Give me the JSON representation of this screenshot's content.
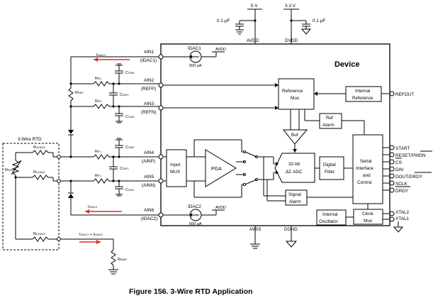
{
  "figure_caption": "Figure 156.  3-Wire RTD Application",
  "device_title": "Device",
  "supplies": {
    "v5": "5 V",
    "v33": "3.3 V",
    "cap_avdd": "0.1 µF",
    "cap_dvdd": "0.1 µF",
    "avdd": "AVDD",
    "dvdd": "DVDD",
    "avss": "AVSS",
    "dgnd": "DGND"
  },
  "pins_left": {
    "ain1": "AIN1",
    "ain1_alt": "(IDAC1)",
    "ain2": "AIN2",
    "ain2_alt": "(REFP)",
    "ain3": "AIN3",
    "ain3_alt": "(REFN)",
    "ain4": "AIN4",
    "ain4_alt": "(AINP)",
    "ain5": "AIN5",
    "ain5_alt": "(AINN)",
    "ain6": "AIN6",
    "ain6_alt": "(IDAC2)"
  },
  "pins_right": {
    "refout": "REFOUT",
    "start": "START",
    "reset": "RESET/PWDN",
    "cs": "CS",
    "din": "DIN",
    "dout": "DOUT/DRDY",
    "sclk": "SCLK",
    "drdy": "DRDY",
    "xtal2": "XTAL2",
    "xtal1": "XTAL1"
  },
  "blocks": {
    "idac1": "IDAC1",
    "idac1_val": "500 µA",
    "idac2": "IDAC2",
    "idac2_val": "500 µA",
    "avdd_small1": "AVDD",
    "avdd_small2": "AVDD",
    "ref_mux_1": "Reference",
    "ref_mux_2": "Mux",
    "int_ref_1": "Internal",
    "int_ref_2": "Reference",
    "ref_alarm_1": "Ref",
    "ref_alarm_2": "Alarm",
    "buf": "Buf",
    "input_mux_1": "Input",
    "input_mux_2": "MUX",
    "pga": "PGA",
    "adc_1": "32-bit",
    "adc_2": "ΔΣ ADC",
    "filter_1": "Digital",
    "filter_2": "Filter",
    "serial_1": "Serial",
    "serial_2": "Interface",
    "serial_3": "and",
    "serial_4": "Control",
    "signal_alarm_1": "Signal",
    "signal_alarm_2": "Alarm",
    "int_osc_1": "Internal",
    "int_osc_2": "Oscillator",
    "clock_mux_1": "Clock",
    "clock_mux_2": "Mux"
  },
  "external": {
    "rtd_title": "3-Wire RTD",
    "rtd": "RTD",
    "rlead1": "LEAD1",
    "rlead2": "LEAD2",
    "rlead3": "LEAD3",
    "rref": "REF",
    "rbias": "BIAS",
    "rr1": "R1",
    "rr2": "R2",
    "rf1": "F1",
    "rf2": "F2",
    "cm4": "CM4",
    "cdif2": "DIF2",
    "cm3": "CM3",
    "cm2": "CM2",
    "cdif1": "DIF1",
    "cm1": "CM1",
    "r_prefix": "R",
    "c_prefix": "C",
    "i_prefix": "I",
    "idac1_sub": "IDAC1",
    "idac2_sub": "IDAC2",
    "sum_mid": " + I"
  }
}
